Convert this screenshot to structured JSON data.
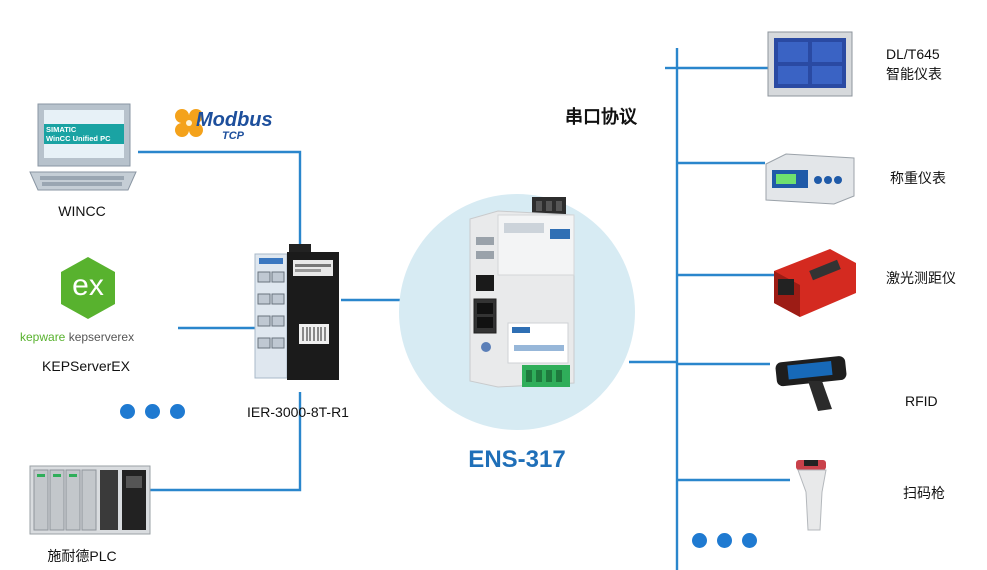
{
  "colors": {
    "line": "#2a86cc",
    "accent": "#1f6fb8",
    "halo": "#d7ebf3",
    "dots": "#1f7ad1",
    "device": "#e9eaeb"
  },
  "protocols": {
    "modbus_word": "Modbus",
    "modbus_sub": "TCP",
    "serial": "串口协议"
  },
  "left": {
    "wincc": {
      "label": "WINCC",
      "screen_line1": "SIMATIC",
      "screen_line2": "WinCC Unified PC"
    },
    "kepserver": {
      "label": "KEPServerEX",
      "logo_text": "ex",
      "brand1": "kepware",
      "brand2": "kepserverex"
    },
    "plc": {
      "label": "施耐德PLC"
    }
  },
  "switch": {
    "label": "IER-3000-8T-R1"
  },
  "gateway": {
    "label": "ENS-317"
  },
  "right": [
    {
      "label_line1": "DL/T645",
      "label_line2": "智能仪表",
      "icon": "smart-meter-icon"
    },
    {
      "label_line1": "称重仪表",
      "icon": "weighing-indicator-icon"
    },
    {
      "label_line1": "激光测距仪",
      "icon": "laser-rangefinder-icon"
    },
    {
      "label_line1": "RFID",
      "icon": "rfid-reader-icon"
    },
    {
      "label_line1": "扫码枪",
      "icon": "barcode-scanner-icon"
    }
  ]
}
